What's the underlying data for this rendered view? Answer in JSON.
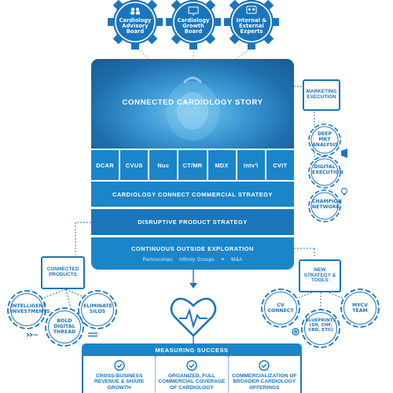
{
  "colors": {
    "primary": "#1b75bb",
    "accent": "#1b85c9",
    "light": "#7ec8ee",
    "white": "#ffffff"
  },
  "top_gears": [
    {
      "label": "Cardiology Advisory Board",
      "icon": "people-icon"
    },
    {
      "label": "Cardiology Growth Board",
      "icon": "presentation-board-icon"
    },
    {
      "label": "Internal & External Experts",
      "icon": "expert-group-icon"
    }
  ],
  "hero": {
    "title": "CONNECTED CARDIOLOGY STORY"
  },
  "segments": [
    "DCAR",
    "CVUS",
    "Nuc",
    "CT/MR",
    "MDX",
    "Intv'l",
    "CVIT"
  ],
  "bands": {
    "commercial": "CARDIOLOGY CONNECT COMMERCIAL STRATEGY",
    "disruptive": "DISRUPTIVE PRODUCT STRATEGY",
    "exploration": "CONTINUOUS OUTSIDE EXPLORATION",
    "exploration_items": [
      "Partnerships",
      "Affinity Groups",
      "M&A"
    ]
  },
  "marketing": {
    "label": "MARKETING EXECUTION",
    "gears": [
      "DEEP MKT ANALYSIS",
      "DIGITAL EXECUTION",
      "CHAMPION NETWORK"
    ]
  },
  "connected_products": {
    "label": "CONNECTED PRODUCTS",
    "gears": [
      "INTELLIGENT INVESTMENTS",
      "BOLD DIGITAL THREAD",
      "ELIMINATE SILOS"
    ]
  },
  "new_strategy": {
    "label": "NEW STRATEGY & TOOLS",
    "gears": [
      "CV CONNECT",
      "BLUEPRINTS (SH, CHF, CBD, ETC)",
      "MYCV TEAM"
    ]
  },
  "measuring": {
    "title": "MEASURING SUCCESS",
    "columns": [
      "CROSS-BUSINESS REVENUE & SHARE GROWTH",
      "ORGANIZED, FULL COMMERCIAL COVERAGE OF CARDIOLOGY",
      "COMMERCIALIZATION OF BROADER CARDIOLOGY OFFERINGS"
    ]
  }
}
